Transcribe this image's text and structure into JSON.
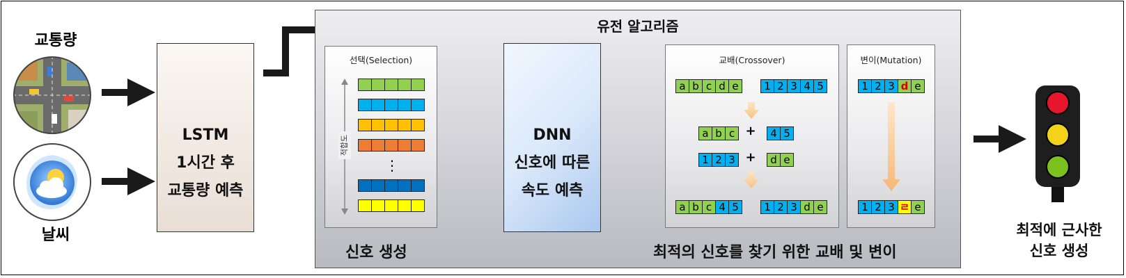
{
  "inputs": {
    "traffic_label": "교통량",
    "weather_label": "날씨"
  },
  "lstm_box": {
    "line1": "LSTM",
    "line2": "1시간 후",
    "line3": "교통량 예측"
  },
  "ga": {
    "title": "유전 알고리즘",
    "selection": {
      "title": "선택(Selection)",
      "fitness_label": "적합도",
      "ellipsis": "⋮",
      "bar_colors": [
        "#92d050",
        "#00b0f0",
        "#ffc000",
        "#ed7d31",
        "#0070c0",
        "#ffff00"
      ]
    },
    "dnn_box": {
      "line1": "DNN",
      "line2": "신호에 따른",
      "line3": "속도 예측"
    },
    "crossover": {
      "title": "교배(Crossover)",
      "plus": "+",
      "letters": [
        "a",
        "b",
        "c",
        "d",
        "e"
      ],
      "digits": [
        "1",
        "2",
        "3",
        "4",
        "5"
      ]
    },
    "mutation": {
      "title": "변이(Mutation)",
      "before_cells": [
        "1",
        "2",
        "3",
        "d",
        "e"
      ],
      "after_cells": [
        "1",
        "2",
        "3",
        "ㄹ",
        "e"
      ]
    },
    "caption_left": "신호 생성",
    "caption_right": "최적의 신호를 찾기 위한 교배 및 변이"
  },
  "output_label": {
    "line1": "최적에 근사한",
    "line2": "신호 생성"
  },
  "traffic_light_colors": [
    "#e8162c",
    "#f5d21a",
    "#7cc21e"
  ]
}
